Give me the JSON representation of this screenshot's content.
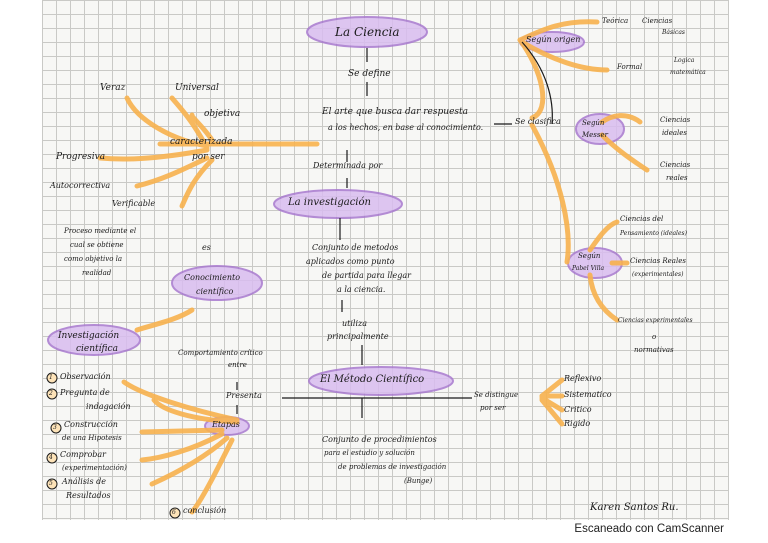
{
  "diagram": {
    "central": {
      "title": "La Ciencia",
      "se_define": "Se define",
      "definition_1": "El arte que busca dar respuesta",
      "definition_2": "a los hechos, en base al conocimiento.",
      "se_clasifica": "Se clasifica",
      "determinada_por": "Determinada por"
    },
    "caracteristicas": {
      "hub_1": "caracterizada",
      "hub_2": "por ser",
      "items": [
        "Veraz",
        "Universal",
        "objetiva",
        "Progresiva",
        "Autocorrectiva",
        "Verificable"
      ]
    },
    "investigacion": {
      "title": "La investigación",
      "desc": [
        "Conjunto de metodos",
        "aplicados como punto",
        "de partida para llegar",
        "a la ciencia."
      ],
      "utiliza_1": "utiliza",
      "utiliza_2": "principalmente"
    },
    "conocimiento": {
      "es_label": "es",
      "description": [
        "Proceso mediante el",
        "cual se obtiene",
        "como objetivo la",
        "realidad"
      ],
      "title_1": "Conocimiento",
      "title_2": "científico",
      "inv_1": "Investigación",
      "inv_2": "científica",
      "comportamiento": "Comportamiento crítico",
      "entre": "entre"
    },
    "metodo": {
      "title": "El Método Científico",
      "presenta": "Presenta",
      "etapas": "Etapas",
      "desc": [
        "Conjunto de procedimientos",
        "para el estudio y solución",
        "de problemas de investigación",
        "(Bunge)"
      ],
      "se_distingue_1": "Se distingue",
      "se_distingue_2": "por ser",
      "cualidades": [
        "Reflexivo",
        "Sistematico",
        "Critico",
        "Rigido"
      ]
    },
    "etapas": [
      {
        "num": "1",
        "text": [
          "Observación"
        ]
      },
      {
        "num": "2",
        "text": [
          "Pregunta de",
          "indagación"
        ]
      },
      {
        "num": "3",
        "text": [
          "Construcción",
          "de una Hipotesis"
        ]
      },
      {
        "num": "4",
        "text": [
          "Comprobar",
          "(experimentación)"
        ]
      },
      {
        "num": "5",
        "text": [
          "Análisis de",
          "Resultados"
        ]
      },
      {
        "num": "6",
        "text": [
          "conclusión"
        ]
      }
    ],
    "clasificacion": {
      "segun_origen": "Según origen",
      "teorica": "Teórica",
      "teorica_result_1": "Ciencias",
      "teorica_result_2": "Básicas",
      "formal": "Formal",
      "formal_result_1": "Logica",
      "formal_result_2": "matemática",
      "segun_messer_1": "Según",
      "segun_messer_2": "Messer",
      "ciencias_ideales_1": "Ciencias",
      "ciencias_ideales_2": "ideales",
      "ciencias_reales_1": "Ciencias",
      "ciencias_reales_2": "reales",
      "segun_pabel_1": "Según",
      "segun_pabel_2": "Pabel Villa",
      "pensamiento_1": "Ciencias del",
      "pensamiento_2": "Pensamiento (ideales)",
      "reales_exp_1": "Ciencias Reales",
      "reales_exp_2": "(experimentales)",
      "experimentales": "Ciencias experimentales",
      "o": "o",
      "normativas": "normativas"
    },
    "signature": "Karen Santos Ru."
  },
  "footer": "Escaneado con CamScanner",
  "colors": {
    "highlight_orange": "#f8b24e",
    "bubble_purple": "#b98ad8",
    "ink": "#1a1a1a",
    "paper": "#f7f7f5"
  }
}
